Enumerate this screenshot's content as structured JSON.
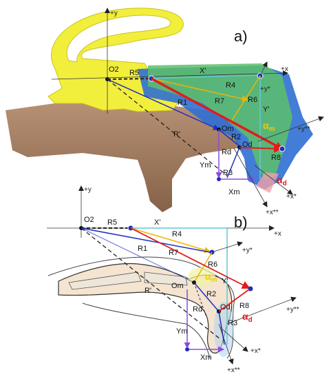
{
  "panel_a": {
    "label": "a)",
    "origin": "O2",
    "axes": {
      "x": "+x",
      "y": "+y",
      "x_star": "+x*",
      "y_star": "+y*",
      "x_dstar": "+x**",
      "y_dstar": "+y**"
    },
    "vectors": [
      "R1",
      "R2",
      "R3",
      "R4",
      "R5",
      "R6",
      "R7",
      "R8"
    ],
    "points": [
      "Om",
      "Od"
    ],
    "components": {
      "x_prime": "X'",
      "y_prime": "Y'",
      "r_prime": "R'",
      "rd": "Rd",
      "xm": "Xm",
      "ym": "Ym"
    },
    "angles": {
      "m": "α",
      "m_sub": "m",
      "d": "α",
      "d_sub": "d"
    }
  },
  "panel_b": {
    "label": "b)",
    "origin": "O2",
    "axes": {
      "x": "+x",
      "y": "+y",
      "x_star": "+x*",
      "y_star": "+y*",
      "x_dstar": "+x**",
      "y_dstar": "+y**"
    },
    "vectors": [
      "R1",
      "R2",
      "R3",
      "R4",
      "R5",
      "R6",
      "R7",
      "R8"
    ],
    "points": [
      "Om",
      "Od"
    ],
    "components": {
      "x_prime": "X'",
      "y_prime": "Y'",
      "r_prime": "R'",
      "rd": "Rd",
      "xm": "Xm",
      "ym": "Ym"
    },
    "angles": {
      "m": "α",
      "m_sub": "m",
      "d": "α",
      "d_sub": "d"
    }
  }
}
